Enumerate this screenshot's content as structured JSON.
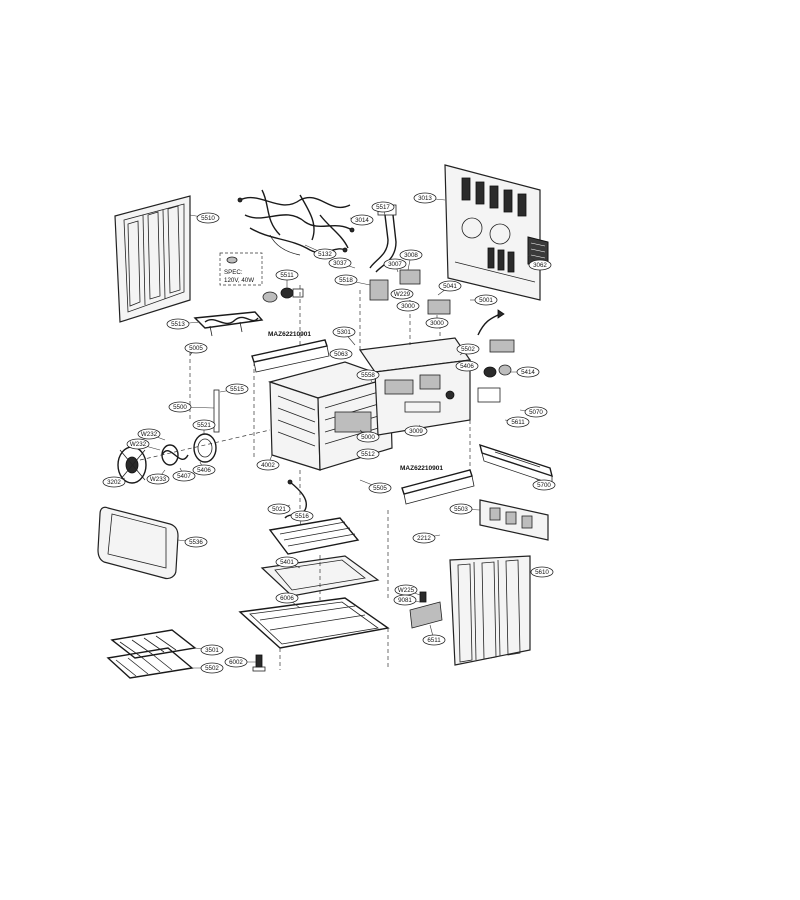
{
  "spec_note": {
    "line1": "SPEC:",
    "line2": "120V, 40W"
  },
  "assembly_labels": [
    "MAZ62210901",
    "MAZ62210901"
  ],
  "callouts": [
    "5510",
    "3014",
    "5517",
    "3013",
    "5132",
    "3037",
    "3008",
    "3007",
    "3062",
    "5511",
    "5518",
    "W229",
    "5041",
    "5001",
    "5513",
    "5301",
    "3000",
    "3000",
    "5502",
    "5005",
    "MAZ",
    "5063",
    "5406",
    "5414",
    "5515",
    "5512",
    "5558",
    "5070",
    "5500",
    "5521",
    "W232",
    "W232",
    "5000",
    "3009",
    "5611",
    "5406",
    "5407",
    "W233",
    "3202",
    "4002",
    "5512",
    "5505",
    "5700",
    "5021",
    "5516",
    "5503",
    "5536",
    "2212",
    "5401",
    "6006",
    "W225",
    "9081",
    "5610",
    "3501",
    "5502",
    "6002",
    "6511"
  ]
}
